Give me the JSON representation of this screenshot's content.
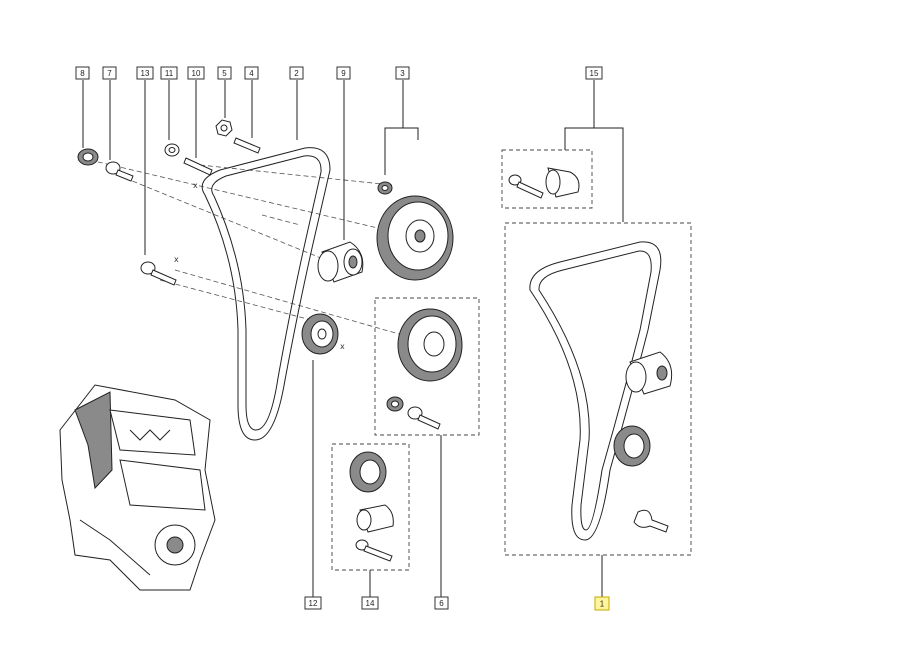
{
  "diagram": {
    "callouts": [
      {
        "id": "8",
        "label": "8"
      },
      {
        "id": "7",
        "label": "7"
      },
      {
        "id": "13",
        "label": "13"
      },
      {
        "id": "11",
        "label": "11"
      },
      {
        "id": "10",
        "label": "10"
      },
      {
        "id": "5",
        "label": "5"
      },
      {
        "id": "4",
        "label": "4"
      },
      {
        "id": "2",
        "label": "2"
      },
      {
        "id": "9",
        "label": "9"
      },
      {
        "id": "3",
        "label": "3"
      },
      {
        "id": "15",
        "label": "15"
      },
      {
        "id": "12",
        "label": "12"
      },
      {
        "id": "14",
        "label": "14"
      },
      {
        "id": "6",
        "label": "6"
      },
      {
        "id": "1",
        "label": "1",
        "highlighted": true
      }
    ],
    "marks": [
      "x",
      "x",
      "x"
    ],
    "colors": {
      "highlight": "#fff59d",
      "line": "#222222"
    }
  }
}
